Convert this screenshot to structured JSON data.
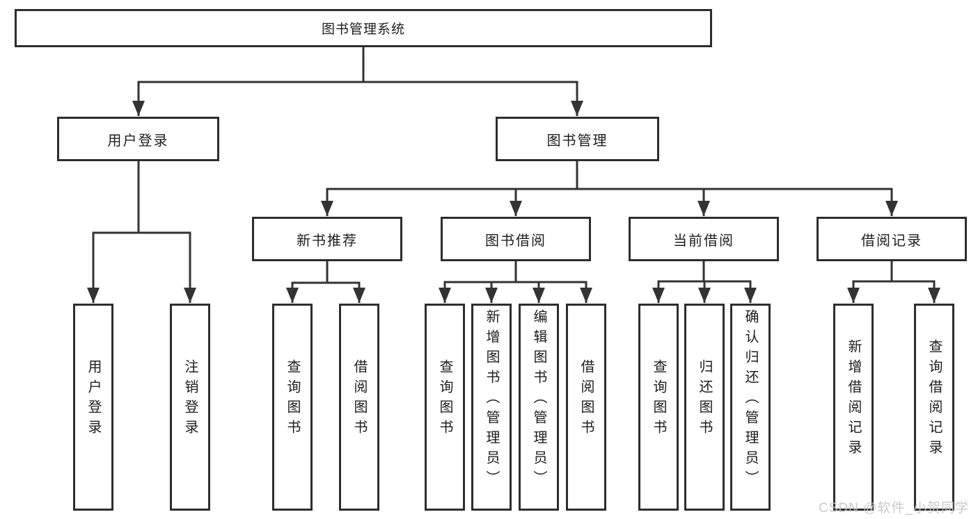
{
  "diagram": {
    "root": "图书管理系统",
    "level2": [
      {
        "label": "用户登录",
        "children": [
          {
            "label": "用户登录"
          },
          {
            "label": "注销登录"
          }
        ]
      },
      {
        "label": "图书管理",
        "children": [
          {
            "label": "新书推荐",
            "children": [
              {
                "label": "查询图书"
              },
              {
                "label": "借阅图书"
              }
            ]
          },
          {
            "label": "图书借阅",
            "children": [
              {
                "label": "查询图书"
              },
              {
                "label": "新增图书（管理员）"
              },
              {
                "label": "编辑图书（管理员）"
              },
              {
                "label": "借阅图书"
              }
            ]
          },
          {
            "label": "当前借阅",
            "children": [
              {
                "label": "查询图书"
              },
              {
                "label": "归还图书"
              },
              {
                "label": "确认归还（管理员）"
              }
            ]
          },
          {
            "label": "借阅记录",
            "children": [
              {
                "label": "新增借阅记录"
              },
              {
                "label": "查询借阅记录"
              }
            ]
          }
        ]
      }
    ]
  },
  "colors": {
    "line": "#333333",
    "border": "#2d2d2d",
    "text": "#1d1d1d",
    "watermark": "#c5c5c5"
  },
  "watermark": "CSDN @软件_小贺同学"
}
